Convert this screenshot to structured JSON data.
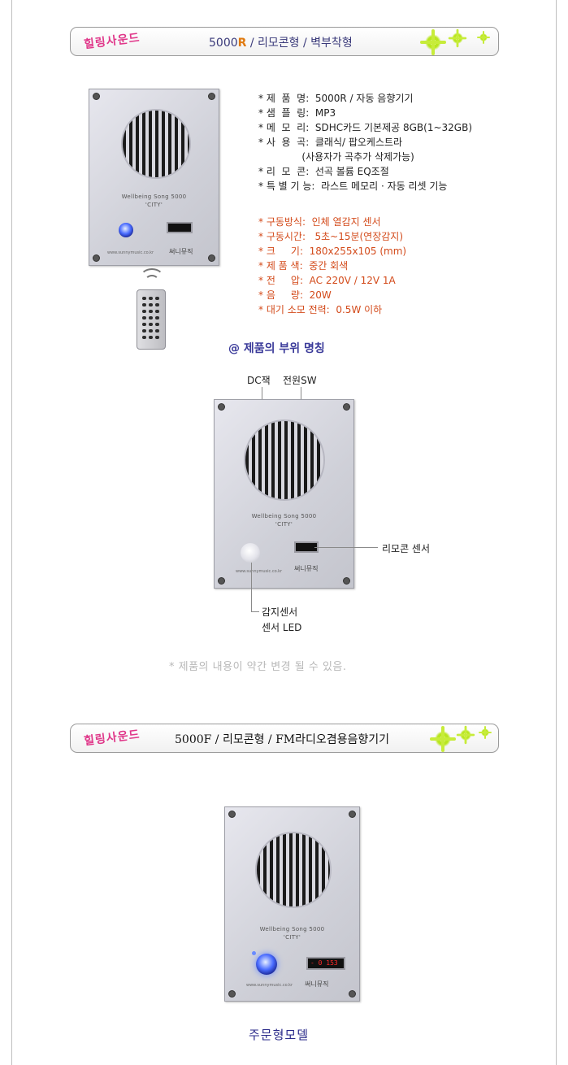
{
  "banner1": {
    "brand": "힐링사운드",
    "title_model": "5000",
    "title_model_accent": "R",
    "title_rest": " / 리모콘형 / 벽부착형"
  },
  "product1": {
    "device": {
      "model_label": "Wellbeing Song 5000",
      "city_label": "'CITY'",
      "url": "www.sunnymusic.co.kr",
      "maker": "써니뮤직"
    }
  },
  "specs_general": [
    "* 제  품  명:  5000R / 자동 음향기기",
    "* 샘  플  링:  MP3",
    "* 메  모  리:  SDHC카드 기본제공 8GB(1~32GB)",
    "* 사  용  곡:  클래식/ 팝오케스트라",
    "              (사용자가 곡추가 삭제가능)",
    "* 리  모  콘:  선곡 볼륨 EQ조절",
    "* 특 별 기 능:  라스트 메모리 · 자동 리셋 기능"
  ],
  "specs_operation": [
    "* 구동방식:  인체 열감지 센서",
    "* 구동시간:   5초~15분(연장감지)",
    "* 크     기:  180x255x105 (mm)",
    "* 제 품 색:  중간 회색",
    "* 전     압:  AC 220V / 12V 1A",
    "* 음     량:  20W",
    "* 대기 소모 전력:  0.5W 이하"
  ],
  "parts_heading": "@ 제품의 부위 명칭",
  "parts": {
    "dc_jack": "DC잭",
    "power_sw": "전원SW",
    "remote_sensor": "리모콘 센서",
    "motion_sensor": "감지센서",
    "sensor_led": "센서 LED",
    "device": {
      "model_label": "Wellbeing Song 5000",
      "city_label": "'CITY'",
      "url": "www.sunnymusic.co.kr",
      "maker": "써니뮤직"
    }
  },
  "notice": "* 제품의 내용이 약간 변경 될 수 있음.",
  "banner2": {
    "brand": "힐링사운드",
    "title": "5000F / 리모콘형 / FM라디오겸용음향기기"
  },
  "product2": {
    "device": {
      "model_label": "Wellbeing Song 5000",
      "city_label": "'CITY'",
      "url": "www.sunnymusic.co.kr",
      "maker": "써니뮤직",
      "lcd_display": "- 0 153"
    }
  },
  "caption": "주문형모델",
  "colors": {
    "brand_pink": "#e0388a",
    "banner_text": "#3a3a7a",
    "accent_orange": "#e07a10",
    "spec_red": "#d34a1a",
    "heading_blue": "#3b3b9a",
    "led_blue": "#4a6cff",
    "flower_green": "#b9e61f"
  }
}
